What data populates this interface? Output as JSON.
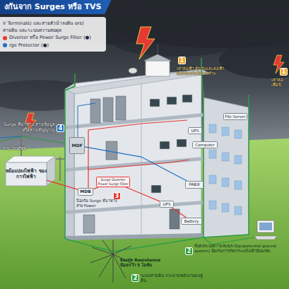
{
  "diagram": {
    "title": "งกันจาก Surges หรือ TVS",
    "nodes": [
      {
        "text": [
          "หม้อแปลงไฟฟ้า ของการไฟฟ้า"
        ]
      },
      {
        "text": [
          "MDB"
        ]
      },
      {
        "text": [
          "Surge Diverter Power Surge Filter"
        ]
      },
      {
        "text": [
          "MDF"
        ]
      },
      {
        "text": [
          "PABX"
        ]
      },
      {
        "text": [
          "File Server"
        ]
      },
      {
        "text": [
          "UPS"
        ]
      },
      {
        "text": [
          "Computer"
        ]
      },
      {
        "text": [
          "UPS"
        ]
      },
      {
        "text": [
          "Battery"
        ]
      }
    ],
    "edges": [
      {
        "from": 0,
        "to": 1,
        "arrow": "none"
      },
      {
        "from": 1,
        "to": 2,
        "arrow": "none"
      },
      {
        "from": 3,
        "to": 4,
        "arrow": "none"
      },
      {
        "from": 2,
        "to": 8,
        "arrow": "none"
      },
      {
        "from": 8,
        "to": 9,
        "arrow": "none"
      }
    ],
    "labels": [
      "1",
      "เสาล่อฟ้า ดักรับและล่อฟ้า เพื่อป้องกันโครงสร้าง",
      "1",
      "เสาล่อ เพื่อป้",
      "4",
      "Surge ที่มาทาง สายข้อมูลหรือสายสัญญาณ",
      "สายโทรศัพท์",
      "3",
      "ป้องกัน Surge ที่มาทางสาย Power",
      "2",
      "ระบบสายดิน กระจายพลังงานลงสู่ดิน",
      "Earth Resistance น้อยกว่า 5 โอห์ม",
      "2",
      "ข้อต่อระบบความสมดุล (Equipotential ground system) ป้องกันการเกิดกระแสไฟฟ้าย้อนกลับ"
    ],
    "legend": [
      {
        "text": "ir Terminals) และสายตัวนำลงดิน ors)"
      },
      {
        "text": "สายดิน และระบบความสมดุล"
      },
      {
        "text": "Diverter หรือ Power Surge Filter (●)",
        "color": "#e53935"
      },
      {
        "text": "rge Protector (●)",
        "color": "#1e6fc4"
      }
    ]
  }
}
